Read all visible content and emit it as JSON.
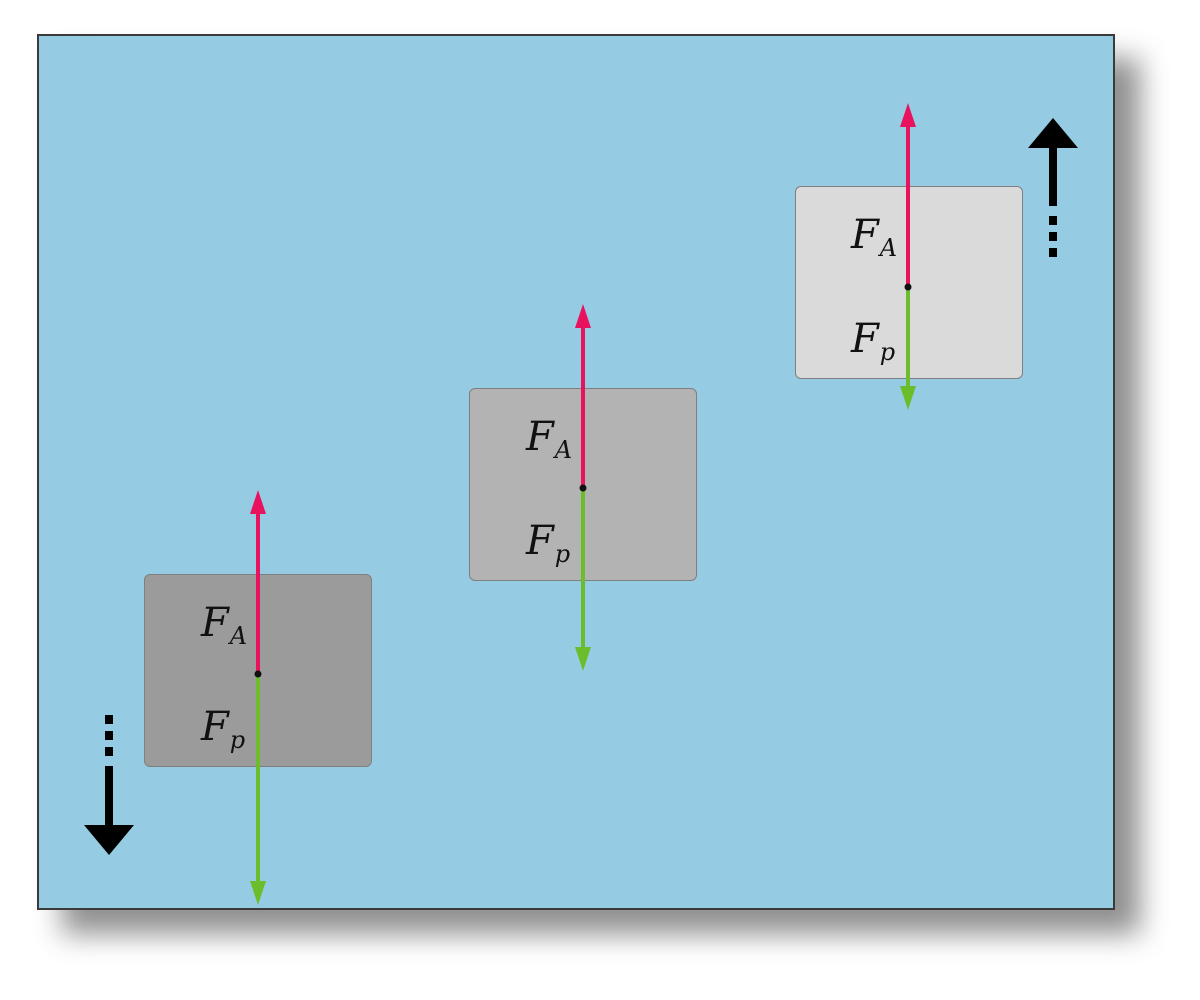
{
  "labels": {
    "buoyant_main": "F",
    "buoyant_sub": "A",
    "weight_main": "F",
    "weight_sub": "p"
  },
  "colors": {
    "water": "#96cce3",
    "block_bottom": "#9b9b9b",
    "block_middle": "#b3b3b3",
    "block_top": "#dadada",
    "buoyant_force": "#e8125e",
    "weight_force": "#6cbd2b",
    "motion_arrow": "#000000"
  },
  "blocks": [
    {
      "position": "bottom",
      "relative_buoyant_force": 1.0,
      "relative_weight": 1.25
    },
    {
      "position": "middle",
      "relative_buoyant_force": 1.0,
      "relative_weight": 1.0
    },
    {
      "position": "top",
      "relative_buoyant_force": 1.0,
      "relative_weight": 0.68
    }
  ],
  "motion": {
    "bottom_block": "down",
    "top_block": "up"
  },
  "icons": [
    "arrow-up-icon",
    "arrow-down-icon"
  ]
}
